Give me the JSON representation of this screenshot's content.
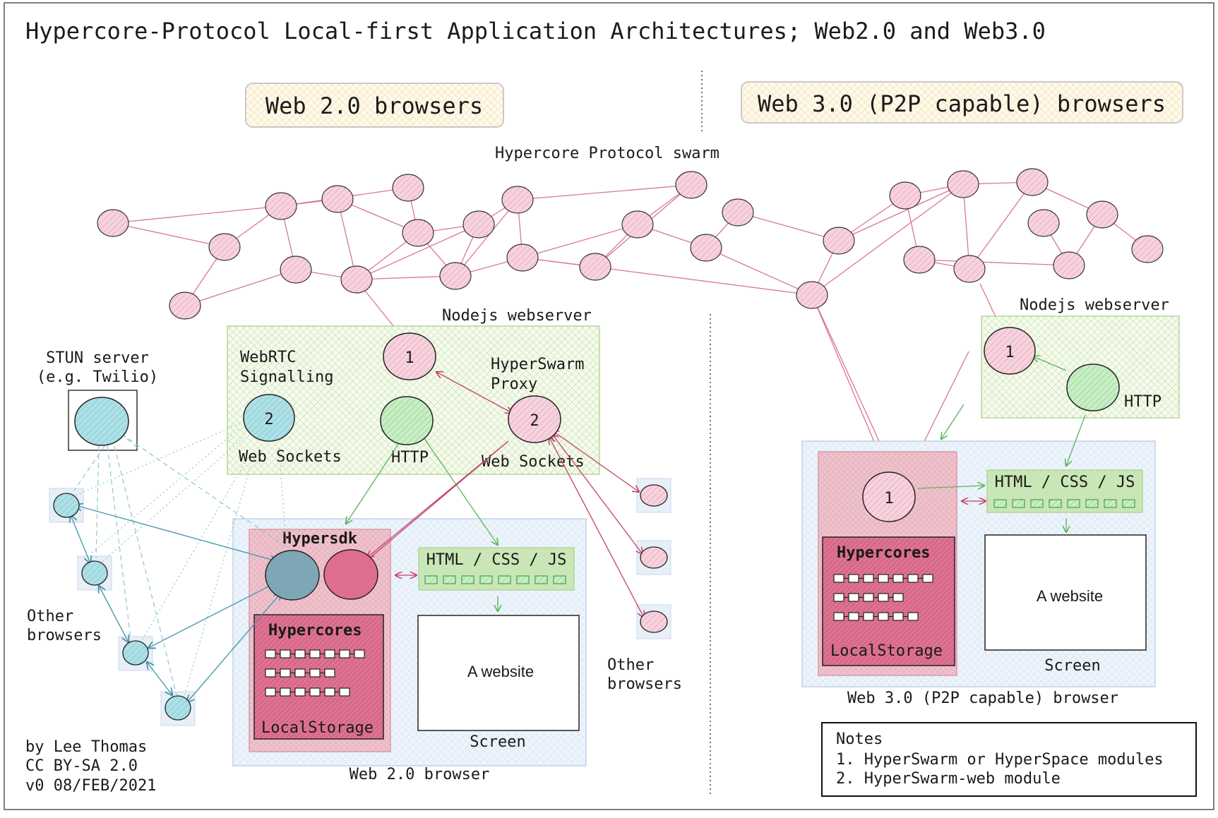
{
  "title": "Hypercore-Protocol Local-first Application Architectures; Web2.0 and Web3.0",
  "banners": {
    "web2": "Web 2.0 browsers",
    "web3": "Web 3.0 (P2P capable) browsers"
  },
  "swarm_label": "Hypercore Protocol swarm",
  "web2": {
    "server_label": "Nodejs webserver",
    "webrtc_label_1": "WebRTC",
    "webrtc_label_2": "Signalling",
    "hyperswarm_label_1": "HyperSwarm",
    "hyperswarm_label_2": "Proxy",
    "ws_label_left": "Web Sockets",
    "ws_label_right": "Web Sockets",
    "http_label": "HTTP",
    "node_1": "1",
    "node_2_left": "2",
    "node_2_right": "2",
    "stun_label_1": "STUN server",
    "stun_label_2": "(e.g. Twilio)",
    "other_browsers_left_1": "Other",
    "other_browsers_left_2": "browsers",
    "other_browsers_right_1": "Other",
    "other_browsers_right_2": "browsers",
    "hypersdk_label": "Hypersdk",
    "hypercores_label": "Hypercores",
    "localstorage_label": "LocalStorage",
    "html_label": "HTML / CSS / JS",
    "website_label": "A website",
    "screen_label": "Screen",
    "browser_label": "Web 2.0 browser"
  },
  "web3": {
    "server_label": "Nodejs webserver",
    "node_1_server": "1",
    "node_1_browser": "1",
    "http_label": "HTTP",
    "hypercores_label": "Hypercores",
    "localstorage_label": "LocalStorage",
    "html_label": "HTML / CSS / JS",
    "website_label": "A website",
    "screen_label": "Screen",
    "browser_label": "Web 3.0 (P2P capable) browser"
  },
  "credits": {
    "line1": "by Lee Thomas",
    "line2": "CC BY-SA 2.0",
    "line3": "v0 08/FEB/2021"
  },
  "notes": {
    "heading": "Notes",
    "item1": "1. HyperSwarm or HyperSpace modules",
    "item2": "2. HyperSwarm-web module"
  },
  "colors": {
    "pink_node": "#f2c5d3",
    "pink_dark": "#e58fa8",
    "blue_node": "#a8dce3",
    "green_node": "#bfe8be",
    "green_box": "#eef7e0",
    "browser_box": "#e4eef8",
    "hypercore_box": "#d96584",
    "banner": "#fdf3dc"
  }
}
